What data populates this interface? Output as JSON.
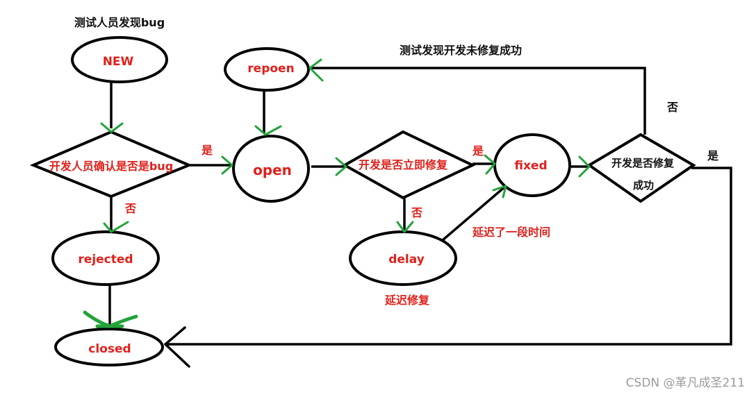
{
  "diagram": {
    "nodes": {
      "new": "NEW",
      "confirm": "开发人员确认是否是bug",
      "rejected": "rejected",
      "closed": "closed",
      "repoen": "repoen",
      "open": "open",
      "fix_now": "开发是否立即修复",
      "delay": "delay",
      "fixed": "fixed",
      "fix_success_line1": "开发是否修复",
      "fix_success_line2": "成功"
    },
    "labels": {
      "tester_found_bug": "测试人员发现bug",
      "tester_found_not_fixed": "测试发现开发未修复成功",
      "yes": "是",
      "no": "否",
      "delayed_period": "延迟了一段时间",
      "delay_fix": "延迟修复"
    },
    "watermark": "CSDN @革凡成圣211",
    "colors": {
      "node_text": "#e0201b",
      "caption_text": "#111111",
      "arrow_head": "#22a33a",
      "stroke": "#000000"
    }
  }
}
